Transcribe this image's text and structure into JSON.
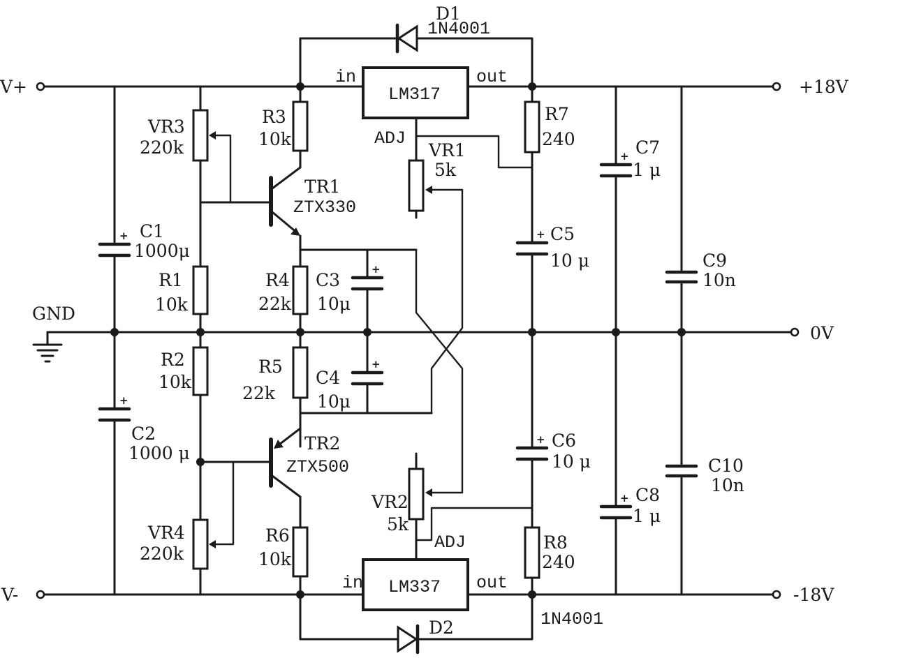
{
  "terminals": {
    "v_plus": "V+",
    "v_minus": "V-",
    "gnd": "GND",
    "out_pos": "+18V",
    "out_zero": "0V",
    "out_neg": "-18V"
  },
  "regulators": {
    "u1": {
      "name": "LM317",
      "in": "in",
      "out": "out",
      "adj": "ADJ"
    },
    "u2": {
      "name": "LM337",
      "in": "in",
      "out": "out",
      "adj": "ADJ"
    }
  },
  "diodes": {
    "d1": {
      "ref": "D1",
      "part": "1N4001"
    },
    "d2": {
      "ref": "D2",
      "part": "1N4001"
    }
  },
  "transistors": {
    "tr1": {
      "ref": "TR1",
      "part": "ZTX330"
    },
    "tr2": {
      "ref": "TR2",
      "part": "ZTX500"
    }
  },
  "resistors": {
    "r1": {
      "ref": "R1",
      "value": "10k"
    },
    "r2": {
      "ref": "R2",
      "value": "10k"
    },
    "r3": {
      "ref": "R3",
      "value": "10k"
    },
    "r4": {
      "ref": "R4",
      "value": "22k"
    },
    "r5": {
      "ref": "R5",
      "value": "22k"
    },
    "r6": {
      "ref": "R6",
      "value": "10k"
    },
    "r7": {
      "ref": "R7",
      "value": "240"
    },
    "r8": {
      "ref": "R8",
      "value": "240"
    }
  },
  "pots": {
    "vr1": {
      "ref": "VR1",
      "value": "5k"
    },
    "vr2": {
      "ref": "VR2",
      "value": "5k"
    },
    "vr3": {
      "ref": "VR3",
      "value": "220k"
    },
    "vr4": {
      "ref": "VR4",
      "value": "220k"
    }
  },
  "capacitors": {
    "c1": {
      "ref": "C1",
      "value": "1000μ"
    },
    "c2": {
      "ref": "C2",
      "value": "1000 μ"
    },
    "c3": {
      "ref": "C3",
      "value": "10μ"
    },
    "c4": {
      "ref": "C4",
      "value": "10μ"
    },
    "c5": {
      "ref": "C5",
      "value": "10 μ"
    },
    "c6": {
      "ref": "C6",
      "value": "10 μ"
    },
    "c7": {
      "ref": "C7",
      "value": "1 μ"
    },
    "c8": {
      "ref": "C8",
      "value": "1 μ"
    },
    "c9": {
      "ref": "C9",
      "value": "10n"
    },
    "c10": {
      "ref": "C10",
      "value": "10n"
    }
  },
  "polarity_mark": "+"
}
